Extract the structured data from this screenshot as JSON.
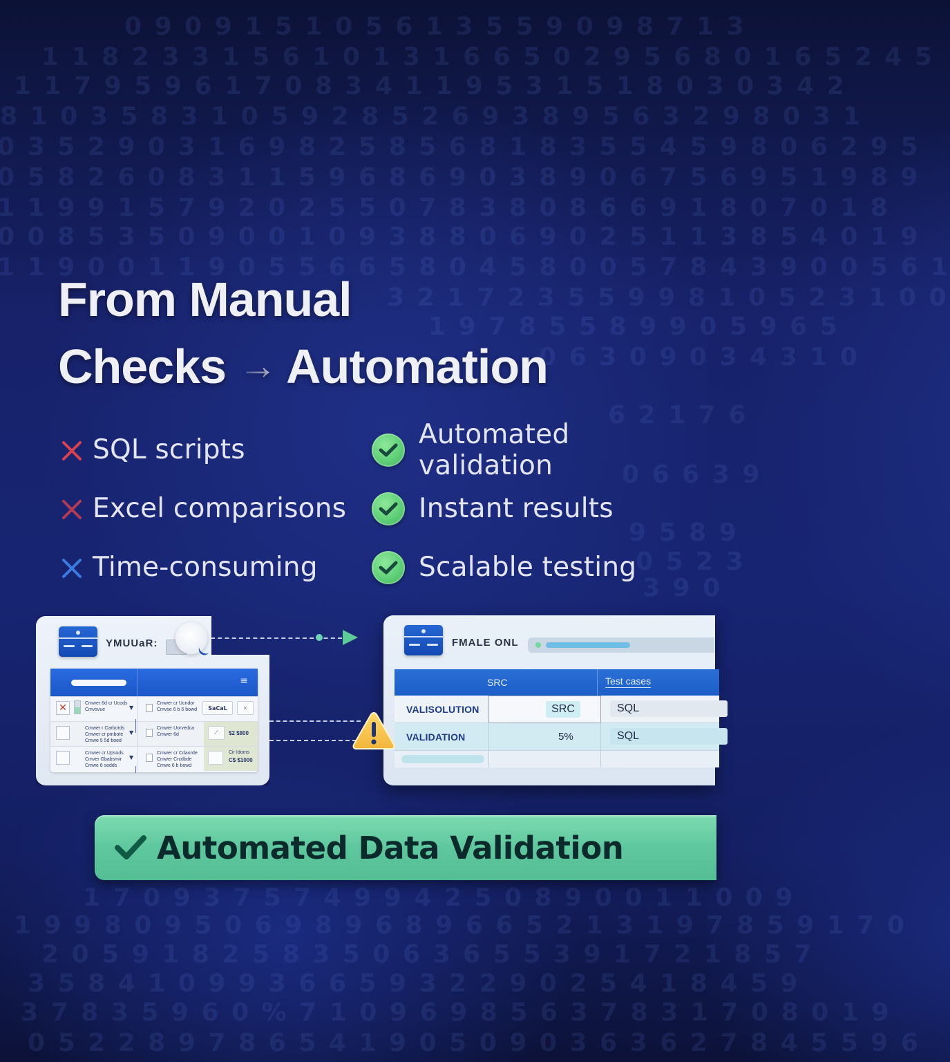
{
  "background": {
    "digit_rows": [
      "0 9 0 9 1 5 1 0 5 6 1 3 5 5 9 0 9 8 7 1 3",
      "1 1 8 2 3 3 1 5 6 1 0 1 3 1 6 6 5 0 2 9 5 6 8 0 1 6 5 2 4 5",
      "1 1 7 9 5 9 6 1 7 0 8 3 4 1 1 9 5 3 1 5 1 8 0 3 0 3 4 2",
      "8 1 0 3 5 8 3 1 0 5 9 2 8 5 2 6 9 3 8 9 5 6 3 2 9 8 0 3 1",
      "0 3 5 2 9 0 3 1 6 9 8 2 5 8 5 6 8 1 8 3 5 5 4 5 9 8 0 6 2 9 5",
      "0 5 8 2 6 0 8 3 1 1 5 9 6 8 6 9 0 3 8 9 0 6 7 5 6 9 5 1 9 8 9",
      "1 1 9 9 1 5 7 9 2 0 2 5 5 0 7 8 3 8 0 8 6 6 9 1 8 0 7 0 1 8",
      "0 0 8 5 3 5 0 9 0 0 1 0 9 3 8 8 0 6 9 0 2 5 1 1 3 8 5 4 0 1 9",
      "1 1 9 0 0 1 1 9 0 5 5 6 6 5 8 0 4 5 8 0 0 5 7 8 4 3 9 0 0 5 6 1",
      "3 2 1 7 2 3 5 5 9 9 8 1 0 5 2 3 1 0 0",
      "1 9 7 8 5 5 8 9 9 0 5 9 6 5",
      "0 6 3 0 9 0 3 4 3 1 0",
      "6 2 1 7 6",
      "0 6 6 3 9",
      "9 5 8 9",
      "0 5 2 3",
      "3 9 0",
      "1 7 0 9 3 7 5 7 4 9 9 4 2 5 0 8 9 0 0 1 1 0 0 9",
      "1 9 9 8 0 9 5 0 6 9 8 9 6 8 9 6 6 5 2 1 3 1 9 7 8 5 9 1 7 0",
      "2 0 5 9 1 8 2 5 8 3 5 0 6 3 6 5 5 3 9 1 7 2 1 8 5 7",
      "3 5 8 4 1 0 9 9 3 6 6 5 9 3 2 2 9 0 2 5 4 1 8 4 5 9",
      "3 7 8 3 5 9 6 0 % 7 1 0 9 6 9 8 5 6 3 7 8 3 1 7 0 8 0 1 9",
      "0 5 2 2 8 9 7 8 6 5 4 1 9 0 5 0 9 0 3 6 3 6 2 7 8 4 5 5 9 6"
    ]
  },
  "headline": {
    "line1": "From Manual",
    "line2_left": "Checks",
    "arrow": "→",
    "line2_right": "Automation"
  },
  "manual_list": {
    "items": [
      {
        "label": "SQL scripts",
        "icon": "x-icon",
        "color": "#d8434f"
      },
      {
        "label": "Excel comparisons",
        "icon": "x-icon",
        "color": "#b53b55"
      },
      {
        "label": "Time-consuming",
        "icon": "x-icon",
        "color": "#3b7be0"
      }
    ]
  },
  "automation_list": {
    "items": [
      {
        "label": "Automated validation",
        "icon": "check-circle-icon"
      },
      {
        "label": "Instant results",
        "icon": "check-circle-icon"
      },
      {
        "label": "Scalable testing",
        "icon": "check-circle-icon"
      }
    ]
  },
  "left_window": {
    "title": "YMUUaR:",
    "menu_glyph": "≡",
    "rows": [
      {
        "left_text": "Cmwer 6d cr Ucods\nCmvsvue",
        "right_text": "Cmwer cr Ucndor\nCmvse 6 b 6 bowd",
        "button": "SaCaL",
        "close": "✕"
      },
      {
        "left_text": "Cmwer r Carbords\nCmwer cr pmbote\nCmwe 5 5d boed",
        "right_text": "Cmwer Uorvedca\nCmwer 6d",
        "value": "$2 $800"
      },
      {
        "left_text": "Cmwer cr Upsods\nCmver Gbabsmir\nCmwe 6 sodds",
        "right_text": "Cmwer cr Cdaorde\nCmwer Crcdbde\nCmwe 6 b bowd",
        "value_label": "Cir Idoms",
        "value": "C$ $1000"
      }
    ]
  },
  "right_window": {
    "title": "FMALE ONL",
    "table": {
      "headers": [
        "SRC",
        "Test cases"
      ],
      "rows": [
        {
          "label": "VALISOLUTION",
          "src": "SRC",
          "test": "SQL"
        },
        {
          "label": "VALIDATION",
          "src": "5%",
          "test": "SQL"
        }
      ]
    }
  },
  "banner": {
    "label": "Automated Data Validation",
    "color": "#5ec79e"
  },
  "colors": {
    "background": "#172472",
    "accent_blue": "#1c5ec7",
    "success_green": "#5fcf77",
    "warning_yellow": "#f4c241"
  }
}
